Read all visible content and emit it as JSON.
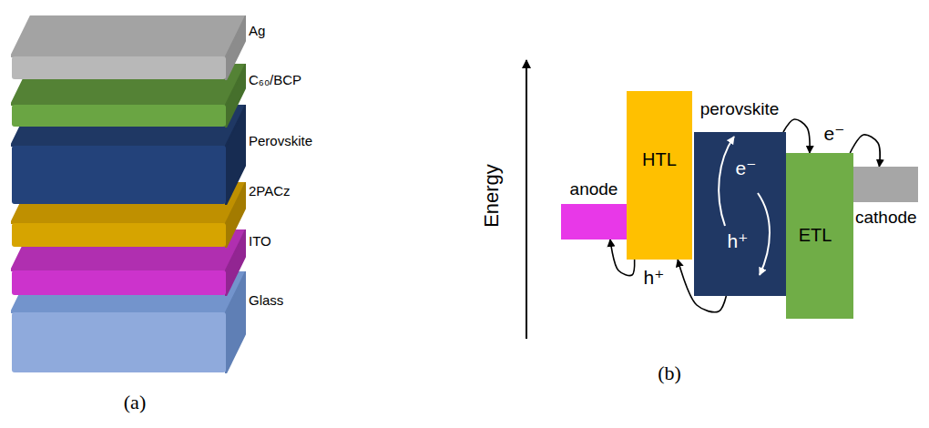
{
  "diagram": {
    "nodes": [
      {
        "text": [
          "Ag"
        ]
      },
      {
        "text": [
          "C₆₀/BCP"
        ]
      },
      {
        "text": [
          "Perovskite"
        ]
      },
      {
        "text": [
          "2PACz"
        ]
      },
      {
        "text": [
          "ITO"
        ]
      },
      {
        "text": [
          "Glass"
        ]
      },
      {
        "text": [
          "anode"
        ]
      },
      {
        "text": [
          "HTL"
        ]
      },
      {
        "text": [
          "perovskite",
          "e⁻",
          "h⁺"
        ]
      },
      {
        "text": [
          "ETL"
        ]
      },
      {
        "text": [
          "cathode"
        ]
      }
    ],
    "edges": [
      {
        "from": 8,
        "to": 9,
        "arrow": "to"
      },
      {
        "from": 9,
        "to": 10,
        "arrow": "to"
      },
      {
        "from": 8,
        "to": 7,
        "arrow": "to"
      },
      {
        "from": 7,
        "to": 6,
        "arrow": "to"
      }
    ],
    "labels": [
      "(a)",
      "Energy",
      "e⁻",
      "h⁺",
      "(b)"
    ]
  }
}
